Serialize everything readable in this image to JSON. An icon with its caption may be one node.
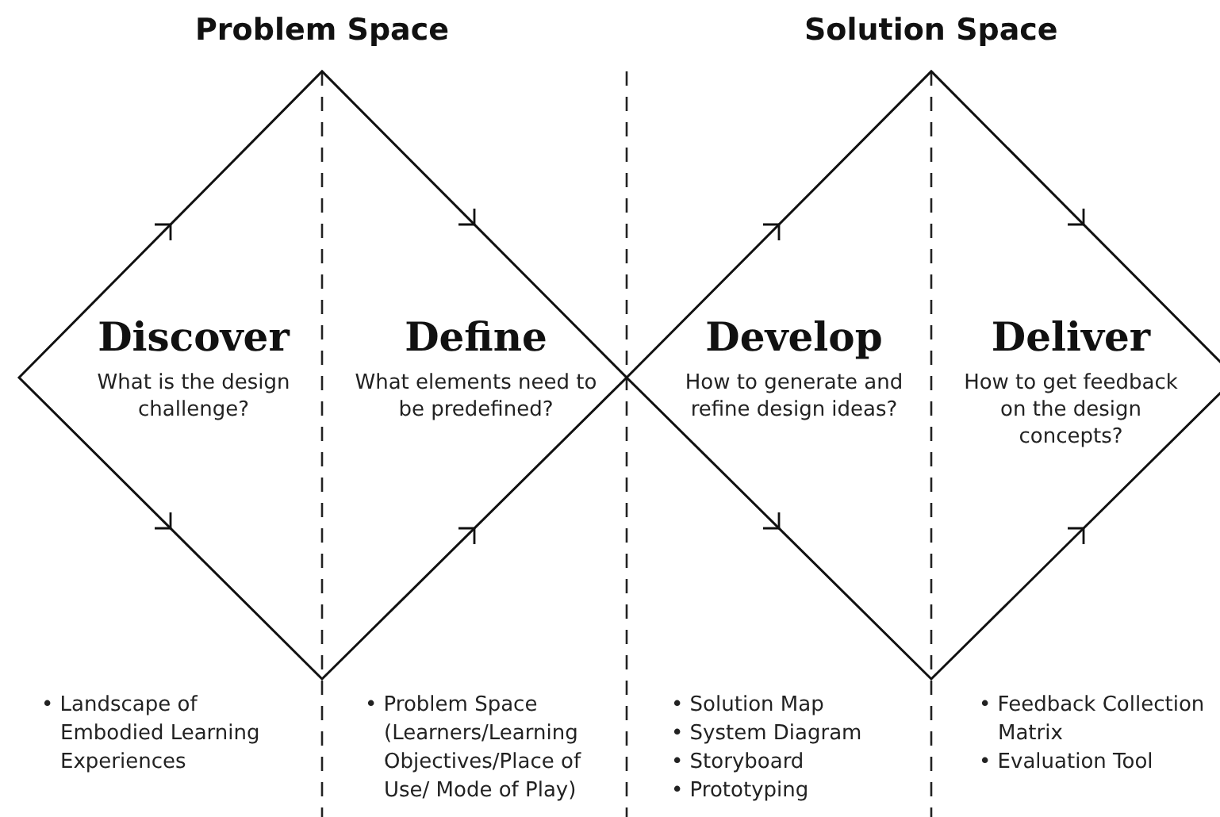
{
  "diagram": {
    "nodes": [
      {
        "text": [
          "Discover",
          "What is the design challenge?"
        ]
      },
      {
        "text": [
          "Define",
          "What elements need to be predefined?"
        ]
      },
      {
        "text": [
          "Develop",
          "How to generate and refine design ideas?"
        ]
      },
      {
        "text": [
          "Deliver",
          "How to get feedback on the design concepts?"
        ]
      }
    ],
    "edges": [],
    "labels": [
      "Problem Space",
      "Solution Space",
      "• Landscape of Embodied Learning Experiences",
      "• Problem Space (Learners/Learning Objectives/Place of Use/ Mode of Play)",
      "• Solution Map",
      "• System Diagram",
      "• Storyboard",
      "• Prototyping",
      "• Feedback Collection Matrix",
      "• Evaluation Tool"
    ]
  }
}
